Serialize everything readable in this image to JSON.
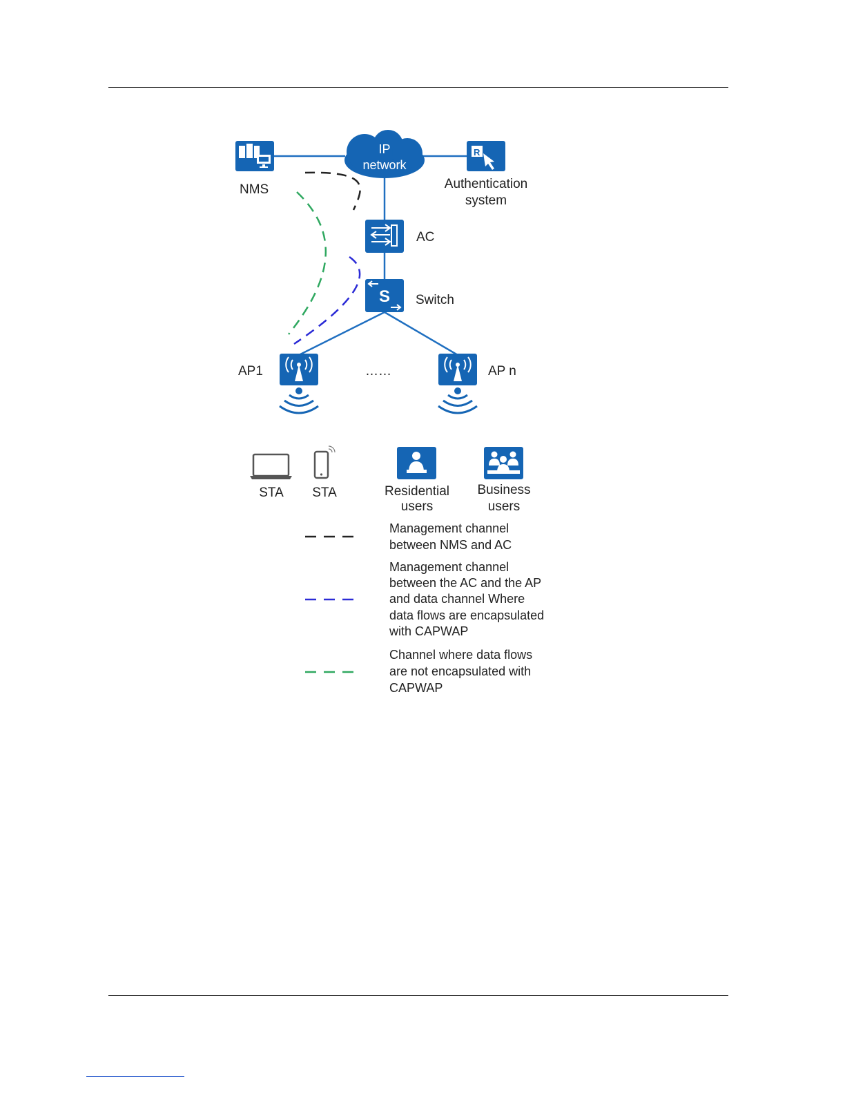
{
  "nodes": {
    "nms": "NMS",
    "ip_network": [
      "IP",
      "network"
    ],
    "auth_system": [
      "Authentication",
      "system"
    ],
    "ac": "AC",
    "switch": "Switch",
    "ap1": "AP1",
    "ellipsis": "……",
    "apn": "AP n"
  },
  "clients": {
    "sta_laptop": "STA",
    "sta_phone": "STA",
    "residential": [
      "Residential",
      "users"
    ],
    "business": [
      "Business",
      "users"
    ]
  },
  "legend": [
    {
      "color": "#222222",
      "lines": [
        "Management channel",
        "between NMS and AC"
      ]
    },
    {
      "color": "#2b2bd6",
      "lines": [
        "Management channel",
        "between the AC and the AP",
        "and data channel Where",
        "data flows are encapsulated",
        "with CAPWAP"
      ]
    },
    {
      "color": "#2fa860",
      "lines": [
        "Channel where data flows",
        "are not encapsulated with",
        "CAPWAP"
      ]
    }
  ],
  "colors": {
    "device_blue": "#1565b4",
    "link_blue": "#1f6fc0",
    "rule": "#222222",
    "footer_link": "#2255cc"
  },
  "icons": [
    "server-monitor-icon",
    "cloud-icon",
    "auth-pointer-icon",
    "ac-controller-icon",
    "switch-icon",
    "wireless-ap-icon",
    "laptop-icon",
    "phone-icon",
    "residential-user-icon",
    "business-users-icon"
  ]
}
